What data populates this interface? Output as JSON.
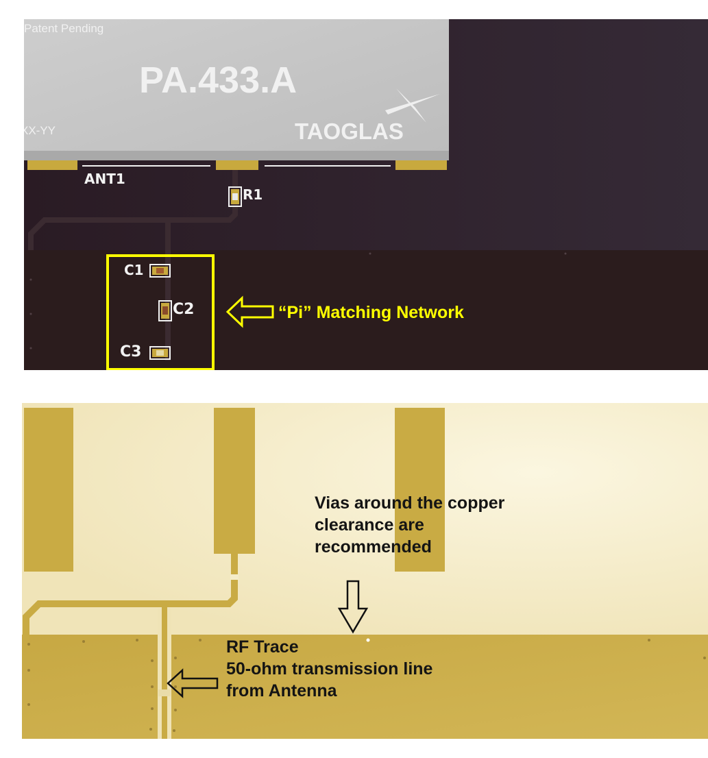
{
  "top_view": {
    "chip": {
      "patent_text": "Patent Pending",
      "part_number": "PA.433.A",
      "code": "XX-YY",
      "brand": "TAOGLAS"
    },
    "components": {
      "antenna": "ANT1",
      "r1": "R1",
      "c1": "C1",
      "c2": "C2",
      "c3": "C3"
    },
    "callout": "“Pi” Matching Network",
    "colors": {
      "board": "#2c1d24",
      "silkscreen": "#f2f2f2",
      "highlight": "#ffff00",
      "chip": "#c9c9c9",
      "pad": "#c8a93e"
    }
  },
  "bottom_view": {
    "callout_vias": [
      "Vias around the copper",
      "clearance are",
      "recommended"
    ],
    "callout_rf": [
      "RF Trace",
      "50-ohm transmission line",
      "from Antenna"
    ],
    "colors": {
      "clearance": "#f4ecc9",
      "copper": "#c8aa44"
    }
  }
}
